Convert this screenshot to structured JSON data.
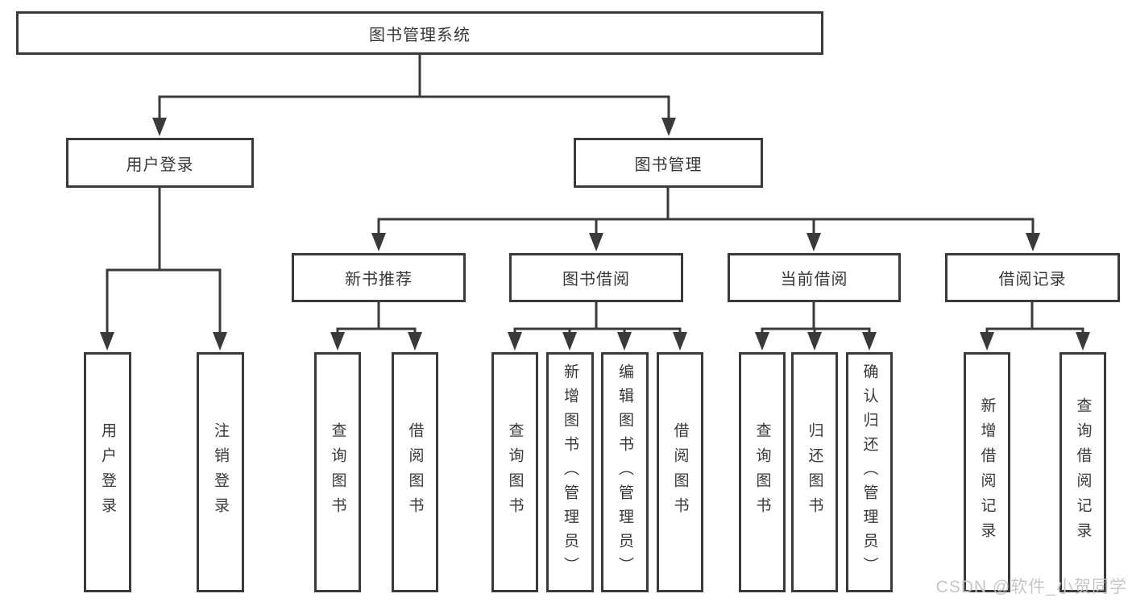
{
  "colors": {
    "line": "#3a3a3a",
    "text": "#383838",
    "watermark": "#c6c6c6"
  },
  "tree": {
    "label": "图书管理系统",
    "children": [
      {
        "label": "用户登录",
        "children": [
          {
            "label": "用户登录"
          },
          {
            "label": "注销登录"
          }
        ]
      },
      {
        "label": "图书管理",
        "children": [
          {
            "label": "新书推荐",
            "children": [
              {
                "label": "查询图书"
              },
              {
                "label": "借阅图书"
              }
            ]
          },
          {
            "label": "图书借阅",
            "children": [
              {
                "label": "查询图书"
              },
              {
                "label": "新增图书（管理员）"
              },
              {
                "label": "编辑图书（管理员）"
              },
              {
                "label": "借阅图书"
              }
            ]
          },
          {
            "label": "当前借阅",
            "children": [
              {
                "label": "查询图书"
              },
              {
                "label": "归还图书"
              },
              {
                "label": "确认归还（管理员）"
              }
            ]
          },
          {
            "label": "借阅记录",
            "children": [
              {
                "label": "新增借阅记录"
              },
              {
                "label": "查询借阅记录"
              }
            ]
          }
        ]
      }
    ]
  },
  "watermark": {
    "text": "CSDN @软件_小贺同学"
  }
}
